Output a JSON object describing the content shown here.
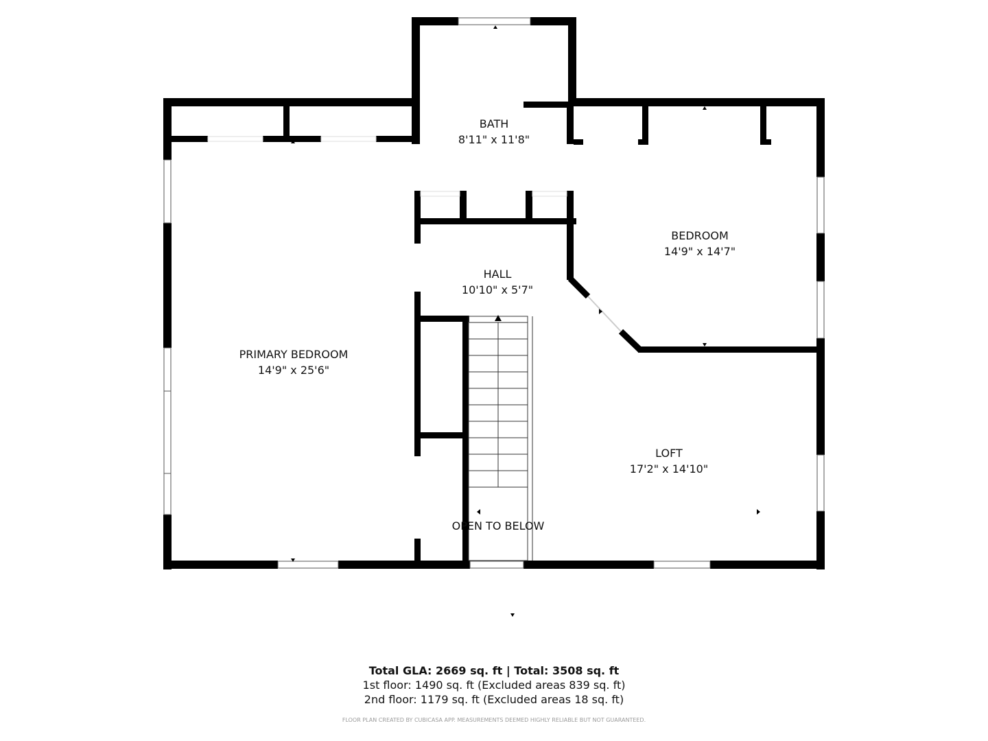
{
  "rooms": [
    {
      "name": "BATH",
      "size": "8'11\" x 11'8\""
    },
    {
      "name": "BEDROOM",
      "size": "14'9\" x 14'7\""
    },
    {
      "name": "HALL",
      "size": "10'10\" x 5'7\""
    },
    {
      "name": "PRIMARY BEDROOM",
      "size": "14'9\" x 25'6\""
    },
    {
      "name": "LOFT",
      "size": "17'2\" x 14'10\""
    },
    {
      "name": "OPEN TO BELOW",
      "size": ""
    }
  ],
  "footer": {
    "total": "Total GLA: 2669 sq. ft | Total: 3508 sq. ft",
    "first_floor": "1st floor: 1490 sq. ft (Excluded areas 839 sq. ft)",
    "second_floor": "2nd floor: 1179 sq. ft (Excluded areas 18 sq. ft)",
    "disclaimer": "FLOOR PLAN CREATED BY CUBICASA APP. MEASUREMENTS DEEMED HIGHLY RELIABLE BUT NOT GUARANTEED."
  },
  "colors": {
    "wall": "#000000",
    "background": "#ffffff",
    "disclaimer": "#9a9a9a"
  }
}
